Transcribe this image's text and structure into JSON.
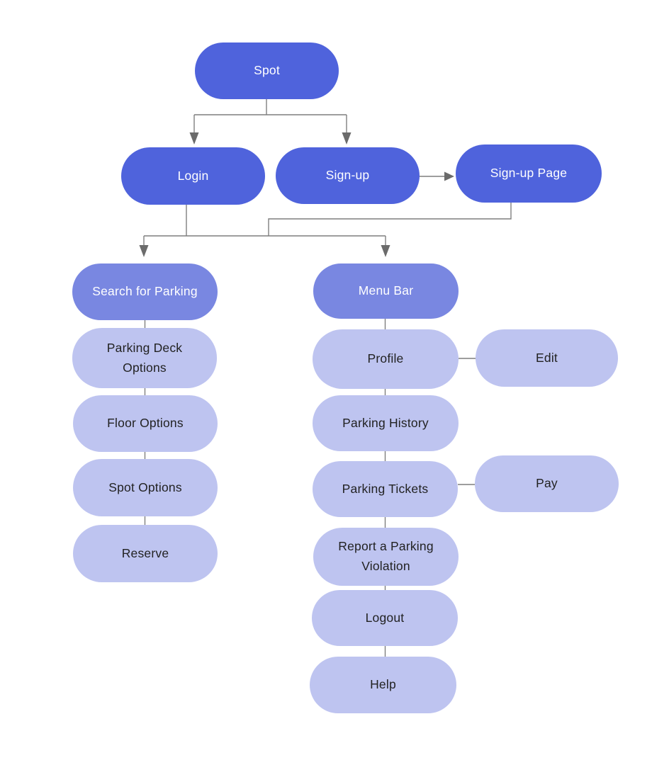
{
  "diagram": {
    "type": "flowchart",
    "colors": {
      "primary_node": "#4F63DC",
      "secondary_node": "#7987E1",
      "tertiary_node": "#BEC4F0",
      "connector": "#7F7F7F",
      "arrowhead": "#6B6B6B",
      "primary_text": "#FFFFFF",
      "tertiary_text": "#222222",
      "background": "#FFFFFF"
    },
    "nodes": {
      "spot": {
        "label": "Spot",
        "level": "primary"
      },
      "login": {
        "label": "Login",
        "level": "primary"
      },
      "signup": {
        "label": "Sign-up",
        "level": "primary"
      },
      "signup_page": {
        "label": "Sign-up Page",
        "level": "primary"
      },
      "search_parking": {
        "label": "Search for Parking",
        "level": "secondary"
      },
      "menu_bar": {
        "label": "Menu Bar",
        "level": "secondary"
      },
      "parking_deck_options": {
        "label": "Parking Deck Options",
        "level": "tertiary"
      },
      "floor_options": {
        "label": "Floor Options",
        "level": "tertiary"
      },
      "spot_options": {
        "label": "Spot Options",
        "level": "tertiary"
      },
      "reserve": {
        "label": "Reserve",
        "level": "tertiary"
      },
      "profile": {
        "label": "Profile",
        "level": "tertiary"
      },
      "edit": {
        "label": "Edit",
        "level": "tertiary"
      },
      "parking_history": {
        "label": "Parking History",
        "level": "tertiary"
      },
      "parking_tickets": {
        "label": "Parking Tickets",
        "level": "tertiary"
      },
      "pay": {
        "label": "Pay",
        "level": "tertiary"
      },
      "report_violation": {
        "label": "Report a Parking Violation",
        "level": "tertiary"
      },
      "logout": {
        "label": "Logout",
        "level": "tertiary"
      },
      "help": {
        "label": "Help",
        "level": "tertiary"
      }
    },
    "edges": [
      {
        "from": "Spot",
        "to": "Login",
        "style": "arrow"
      },
      {
        "from": "Spot",
        "to": "Sign-up",
        "style": "arrow"
      },
      {
        "from": "Sign-up",
        "to": "Sign-up Page",
        "style": "arrow"
      },
      {
        "from": "Login",
        "to": "Search for Parking",
        "style": "arrow"
      },
      {
        "from": "Login",
        "to": "Menu Bar",
        "style": "arrow"
      },
      {
        "from": "Sign-up Page",
        "to": "Search for Parking",
        "style": "arrow"
      },
      {
        "from": "Sign-up Page",
        "to": "Menu Bar",
        "style": "arrow"
      },
      {
        "from": "Search for Parking",
        "to": "Parking Deck Options",
        "style": "line"
      },
      {
        "from": "Parking Deck Options",
        "to": "Floor Options",
        "style": "line"
      },
      {
        "from": "Floor Options",
        "to": "Spot Options",
        "style": "line"
      },
      {
        "from": "Spot Options",
        "to": "Reserve",
        "style": "line"
      },
      {
        "from": "Menu Bar",
        "to": "Profile",
        "style": "line"
      },
      {
        "from": "Profile",
        "to": "Edit",
        "style": "line"
      },
      {
        "from": "Profile",
        "to": "Parking History",
        "style": "line"
      },
      {
        "from": "Parking History",
        "to": "Parking Tickets",
        "style": "line"
      },
      {
        "from": "Parking Tickets",
        "to": "Pay",
        "style": "line"
      },
      {
        "from": "Parking Tickets",
        "to": "Report a Parking Violation",
        "style": "line"
      },
      {
        "from": "Report a Parking Violation",
        "to": "Logout",
        "style": "line"
      },
      {
        "from": "Logout",
        "to": "Help",
        "style": "line"
      }
    ]
  }
}
